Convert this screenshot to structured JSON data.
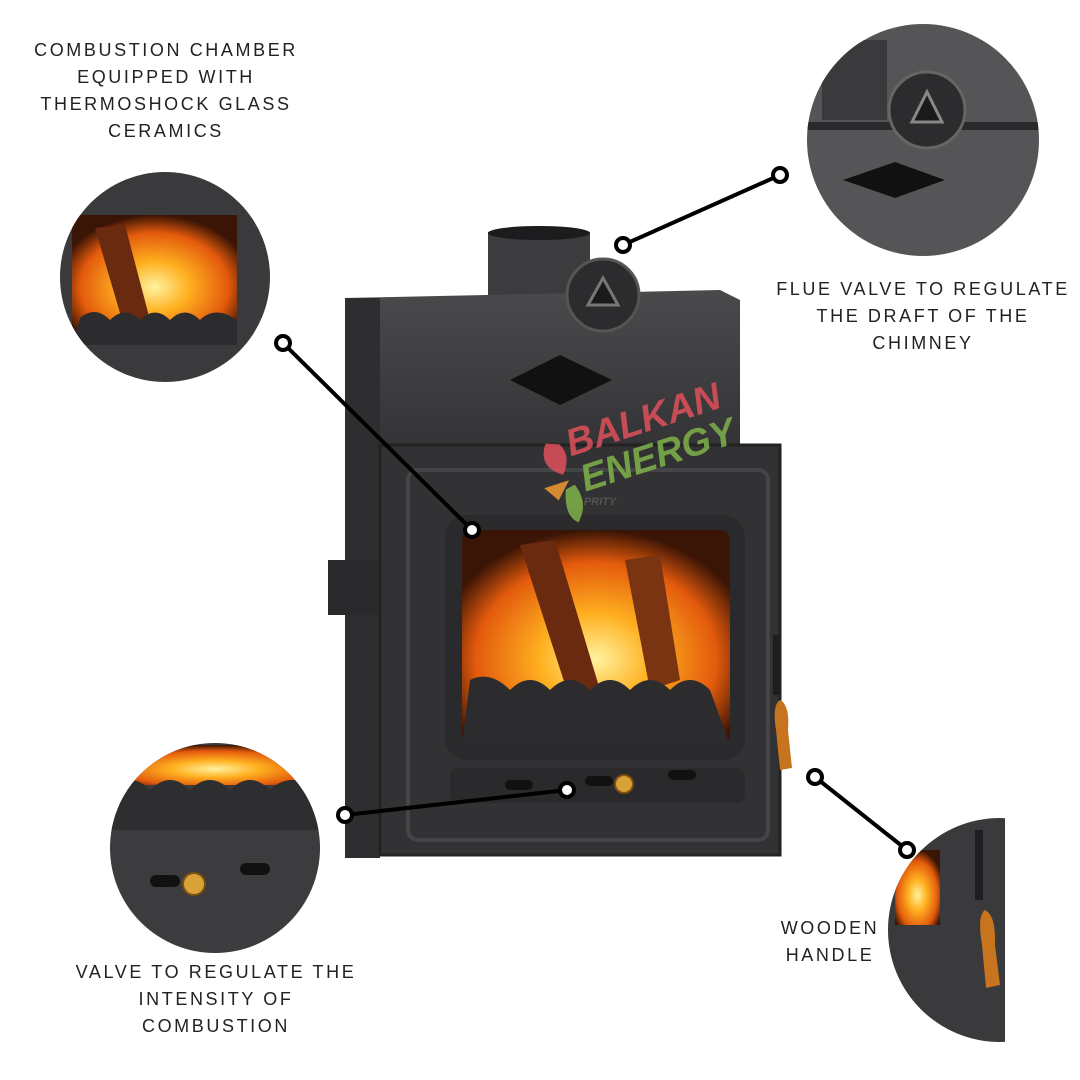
{
  "annotations": {
    "combustion_chamber": [
      "COMBUSTION CHAMBER",
      "EQUIPPED WITH",
      "THERMOSHOCK GLASS",
      "CERAMICS"
    ],
    "flue_valve": [
      "FLUE VALVE TO REGULATE",
      "THE DRAFT OF THE",
      "CHIMNEY"
    ],
    "combustion_valve": [
      "VALVE TO REGULATE THE",
      "INTENSITY OF",
      "COMBUSTION"
    ],
    "wooden_handle": [
      "WOODEN",
      "HANDLE"
    ]
  },
  "logo": {
    "line1": "BALKAN",
    "line2": "ENERGY",
    "color1": "#e0505a",
    "color2": "#7fb24a"
  },
  "stove_brand": "PRITY",
  "colors": {
    "stove": "#3a3a3c",
    "stove_dark": "#262628",
    "fire": "#f08a1c",
    "handle": "#c8731e"
  }
}
